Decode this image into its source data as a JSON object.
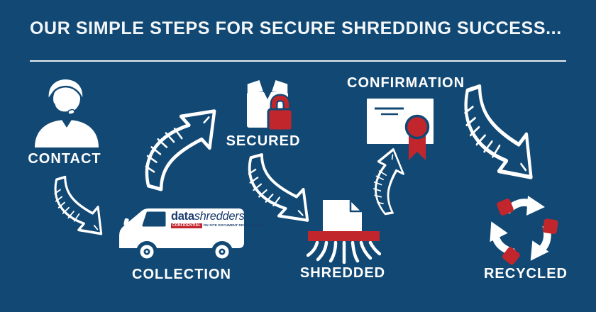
{
  "title": "OUR SIMPLE STEPS FOR SECURE SHREDDING SUCCESS...",
  "colors": {
    "background": "#114874",
    "accent_red": "#C2262D",
    "white": "#FFFFFF",
    "logo_navy": "#1C3C6E"
  },
  "steps": [
    {
      "label": "CONTACT",
      "icon": "support-agent-icon"
    },
    {
      "label": "COLLECTION",
      "icon": "delivery-van-icon"
    },
    {
      "label": "SECURED",
      "icon": "sealed-box-lock-icon"
    },
    {
      "label": "SHREDDED",
      "icon": "paper-shredder-icon"
    },
    {
      "label": "CONFIRMATION",
      "icon": "certificate-rosette-icon"
    },
    {
      "label": "RECYCLED",
      "icon": "recycle-arrows-icon"
    }
  ],
  "van_branding": {
    "brand_bold": "data",
    "brand_light": "shredders",
    "badge": "CONFIDENTIAL",
    "tagline": "ON SITE DOCUMENT DESTRUCTION"
  }
}
